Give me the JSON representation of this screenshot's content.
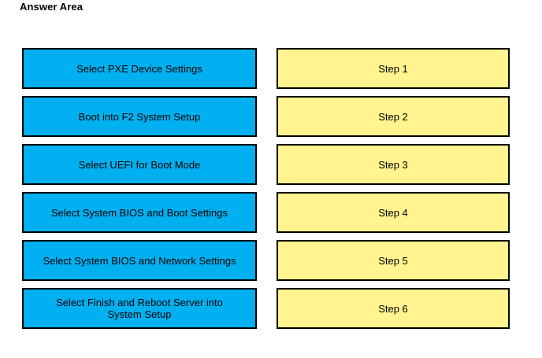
{
  "page": {
    "title": "Answer Area",
    "background_color": "#FFFFFF"
  },
  "colors": {
    "source_box_fill": "#00B0F0",
    "target_box_fill": "#FFF490",
    "box_border": "#000000",
    "text": "#000000"
  },
  "source_column": {
    "name": "actions",
    "items": [
      {
        "label": "Select PXE Device Settings"
      },
      {
        "label": "Boot into F2 System Setup"
      },
      {
        "label": "Select UEFI for Boot Mode"
      },
      {
        "label": "Select System BIOS and Boot Settings"
      },
      {
        "label": "Select System BIOS and Network Settings"
      },
      {
        "label": "Select Finish and Reboot Server into\nSystem Setup"
      }
    ]
  },
  "target_column": {
    "name": "steps",
    "items": [
      {
        "label": "Step 1"
      },
      {
        "label": "Step 2"
      },
      {
        "label": "Step 3"
      },
      {
        "label": "Step 4"
      },
      {
        "label": "Step 5"
      },
      {
        "label": "Step 6"
      }
    ]
  }
}
